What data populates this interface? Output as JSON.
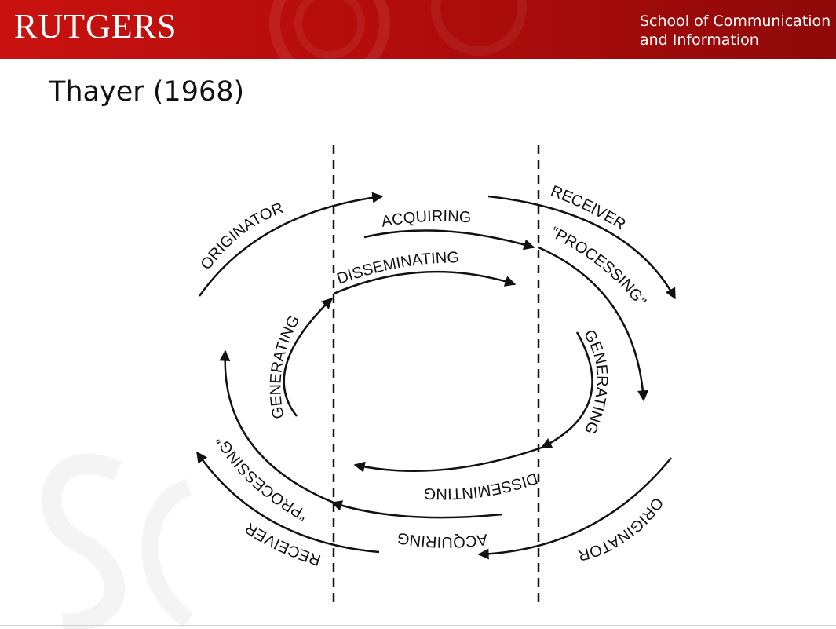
{
  "header": {
    "logo": "RUTGERS",
    "school_line1": "School of Communication",
    "school_line2": "and Information"
  },
  "slide": {
    "title": "Thayer (1968)"
  },
  "diagram": {
    "outer_top_left": "ORIGINATOR",
    "outer_top_right": "RECEIVER",
    "outer_bottom_right": "ORIGINATOR",
    "outer_bottom_left": "RECEIVER",
    "acquiring_top": "ACQUIRING",
    "acquiring_bottom": "ACQUIRING",
    "processing_right": "“PROCESSING”",
    "processing_left": "“PROCESSING”",
    "disseminating_top": "DISSEMINATING",
    "disseminating_bottom": "DISSEMINTING",
    "generating_right": "GENERATING",
    "generating_left": "GENERATING"
  }
}
